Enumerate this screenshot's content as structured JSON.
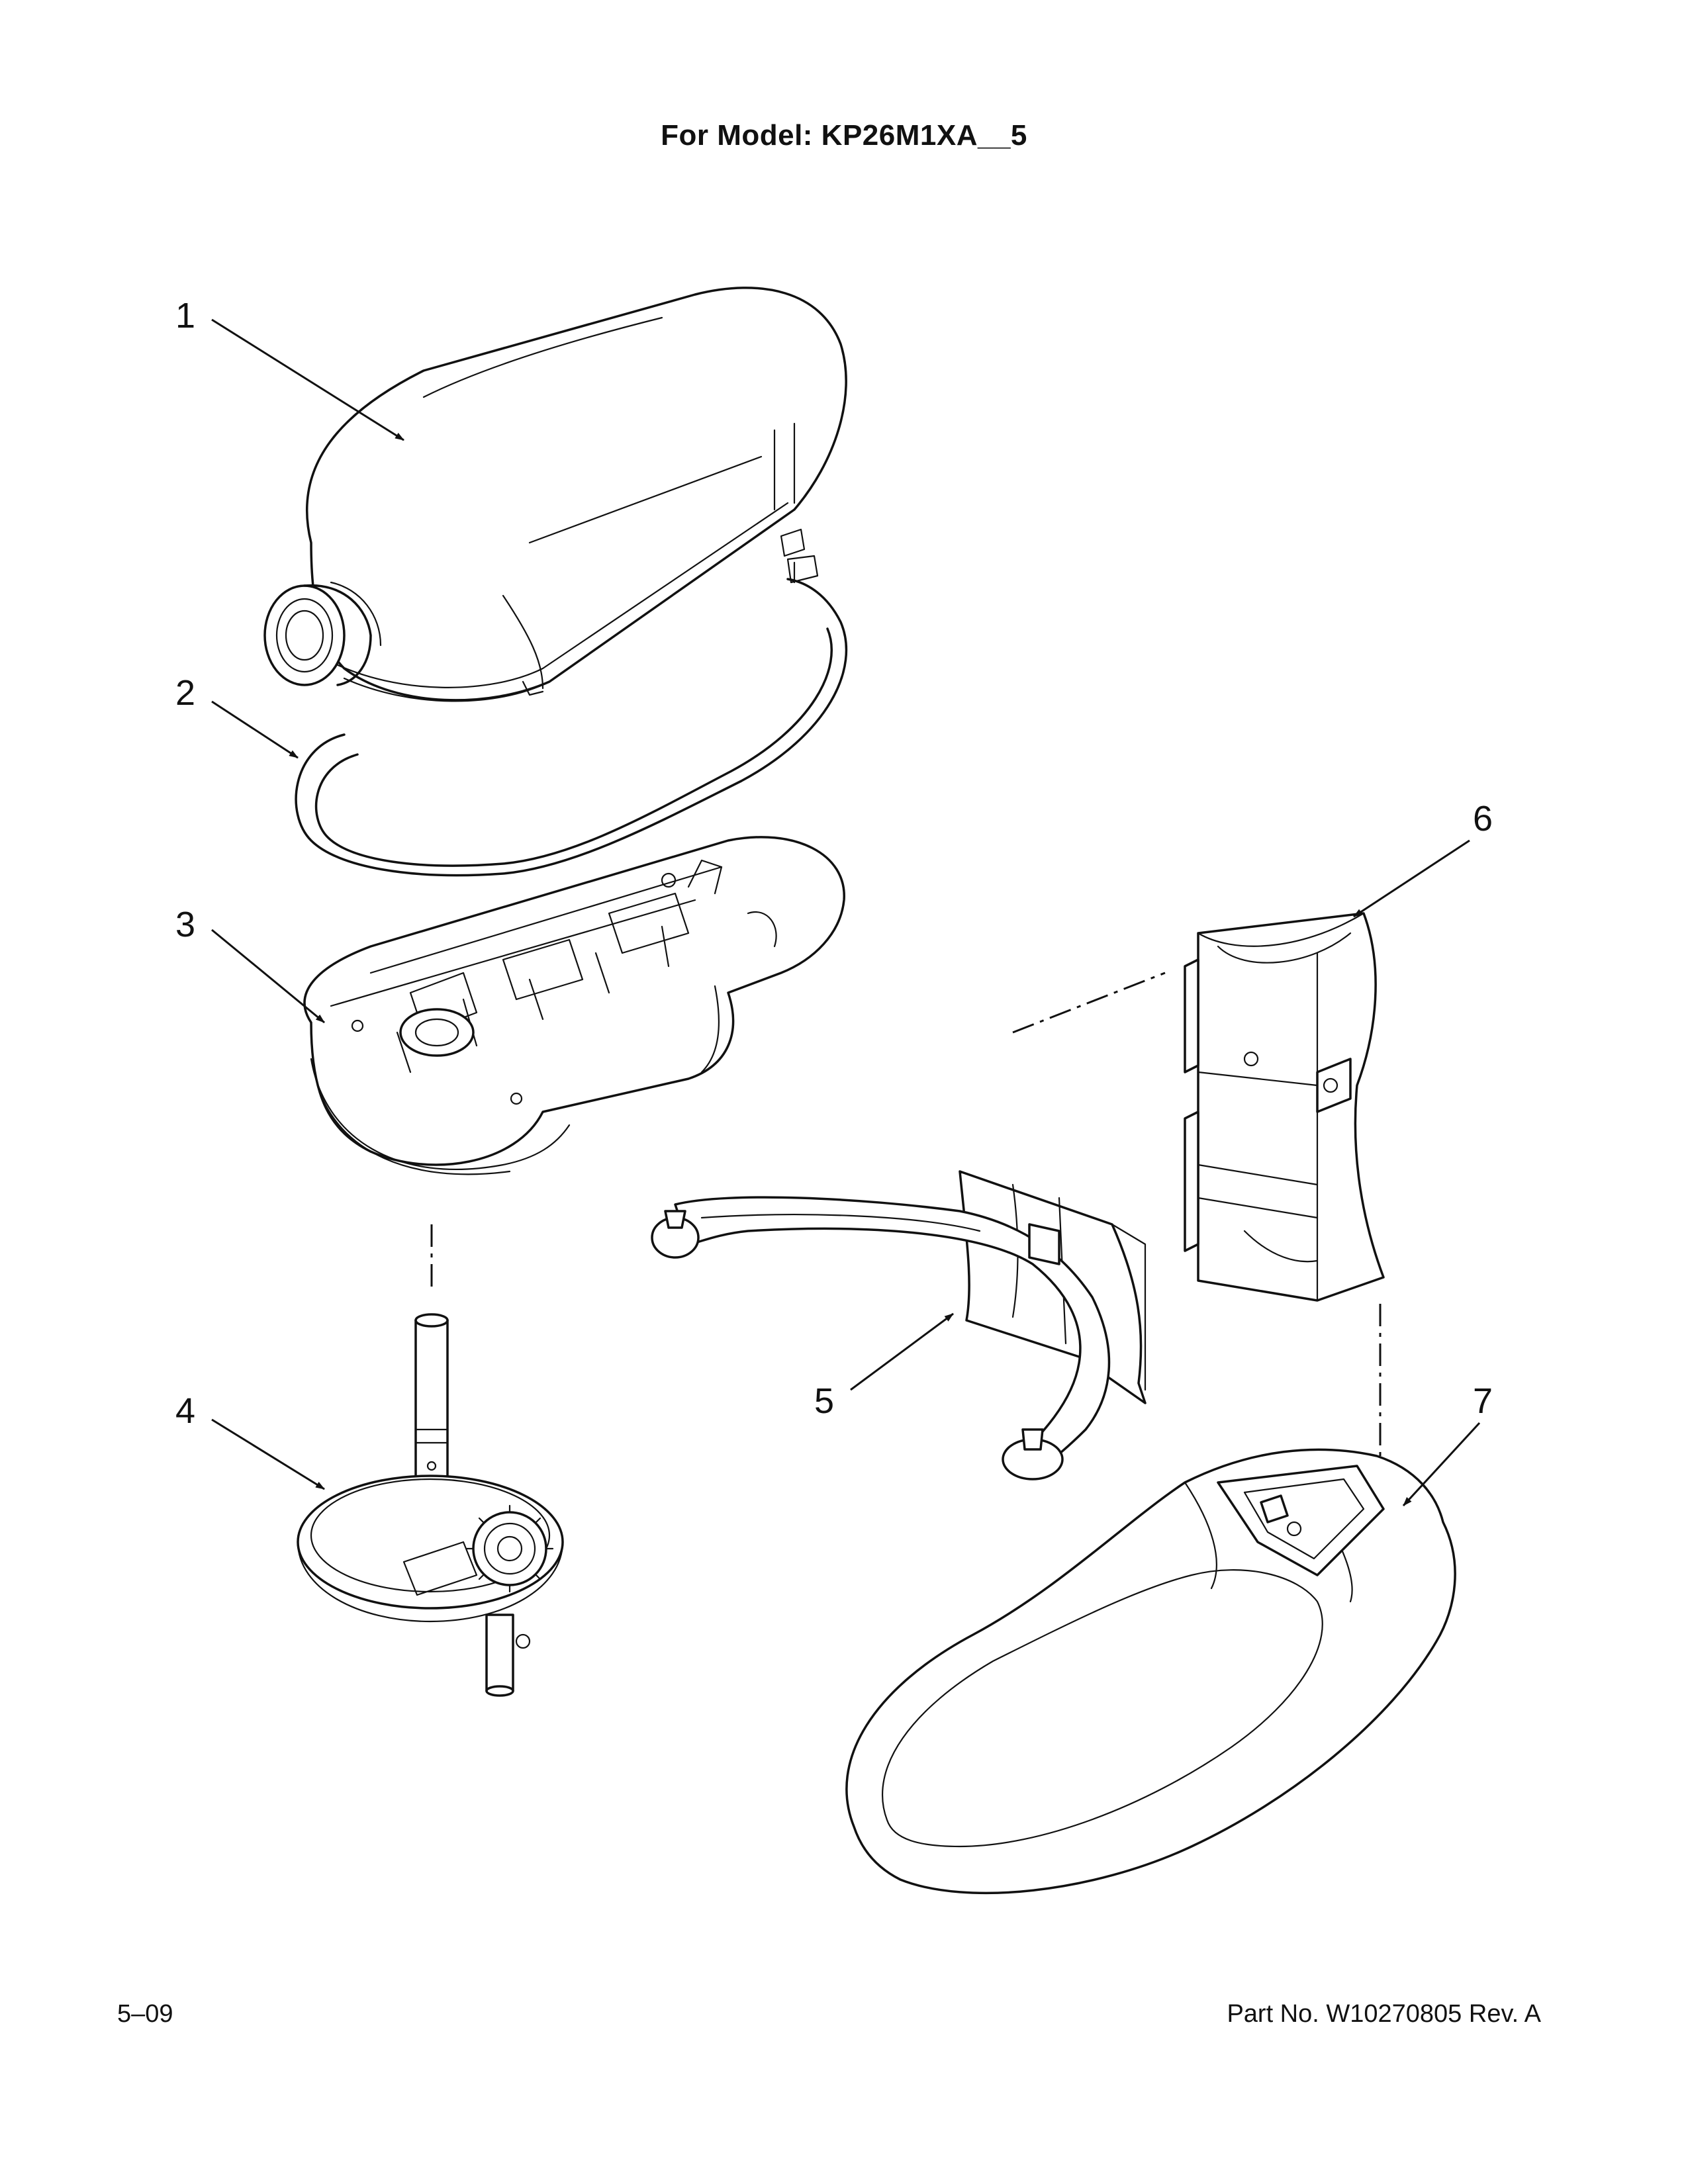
{
  "header": {
    "title": "For Model: KP26M1XA__5"
  },
  "footer": {
    "date_code": "5–09",
    "part_number": "Part No. W10270805 Rev. A"
  },
  "callouts": [
    {
      "number": "1",
      "part": "motor-housing-cover"
    },
    {
      "number": "2",
      "part": "band"
    },
    {
      "number": "3",
      "part": "gear-housing"
    },
    {
      "number": "4",
      "part": "planetary-gear-assembly"
    },
    {
      "number": "5",
      "part": "bowl-support"
    },
    {
      "number": "6",
      "part": "pedestal"
    },
    {
      "number": "7",
      "part": "base"
    }
  ]
}
